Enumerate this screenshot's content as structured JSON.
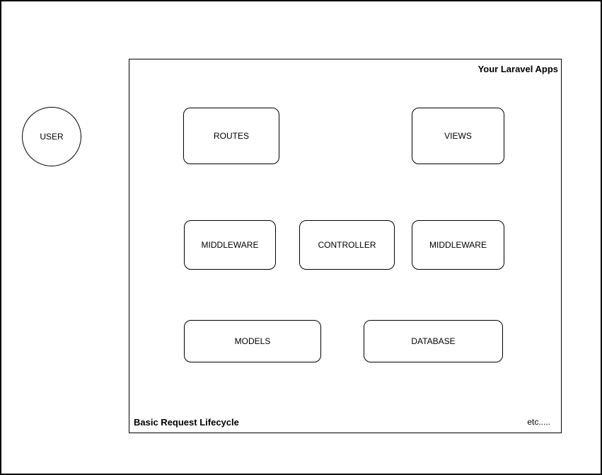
{
  "diagram": {
    "user": {
      "label": "USER"
    },
    "container": {
      "title": "Your Laravel Apps",
      "caption": "Basic Request Lifecycle",
      "etc_label": "etc....."
    },
    "nodes": [
      {
        "id": "routes",
        "label": "ROUTES"
      },
      {
        "id": "views",
        "label": "VIEWS"
      },
      {
        "id": "middleware-left",
        "label": "MIDDLEWARE"
      },
      {
        "id": "controller",
        "label": "CONTROLLER"
      },
      {
        "id": "middleware-right",
        "label": "MIDDLEWARE"
      },
      {
        "id": "models",
        "label": "MODELS"
      },
      {
        "id": "database",
        "label": "DATABASE"
      }
    ],
    "colors": {
      "stroke": "#000000",
      "background": "#ffffff",
      "text": "#000000"
    }
  }
}
